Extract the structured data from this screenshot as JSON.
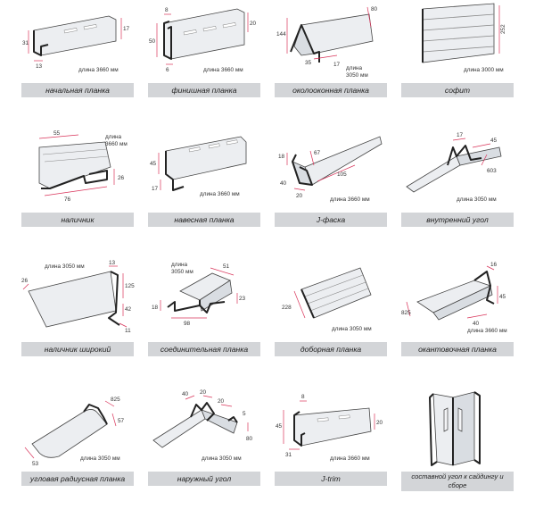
{
  "items": [
    {
      "caption": "начальная планка",
      "dims": [
        "31",
        "17",
        "13",
        "длина 3660 мм"
      ]
    },
    {
      "caption": "финишная планка",
      "dims": [
        "8",
        "50",
        "20",
        "6",
        "длина 3660 мм"
      ]
    },
    {
      "caption": "околооконная планка",
      "dims": [
        "80",
        "144",
        "35",
        "17",
        "длина",
        "3050 мм"
      ]
    },
    {
      "caption": "софит",
      "dims": [
        "252",
        "длина 3000 мм"
      ]
    },
    {
      "caption": "наличник",
      "dims": [
        "55",
        "длина",
        "3660 мм",
        "26",
        "76"
      ]
    },
    {
      "caption": "навесная планка",
      "dims": [
        "45",
        "17",
        "длина 3660 мм"
      ]
    },
    {
      "caption": "J-фаска",
      "dims": [
        "18",
        "67",
        "40",
        "20",
        "105",
        "длина 3660 мм"
      ]
    },
    {
      "caption": "внутренний угол",
      "dims": [
        "17",
        "45",
        "603",
        "длина 3050 мм"
      ]
    },
    {
      "caption": "наличник широкий",
      "dims": [
        "длина 3050 мм",
        "13",
        "26",
        "125",
        "42",
        "11"
      ]
    },
    {
      "caption": "соединительная планка",
      "dims": [
        "длина",
        "3050 мм",
        "51",
        "23",
        "18",
        "98"
      ]
    },
    {
      "caption": "доборная планка",
      "dims": [
        "228",
        "длина 3050 мм"
      ]
    },
    {
      "caption": "окантовочная планка",
      "dims": [
        "16",
        "825",
        "45",
        "40",
        "длина 3660 мм"
      ]
    },
    {
      "caption": "угловая радиусная планка",
      "dims": [
        "825",
        "57",
        "53",
        "длина 3050 мм"
      ]
    },
    {
      "caption": "наружный угол",
      "dims": [
        "40",
        "20",
        "20",
        "5",
        "80",
        "длина 3050 мм"
      ]
    },
    {
      "caption": "J-trim",
      "dims": [
        "8",
        "45",
        "20",
        "31",
        "длина 3660 мм"
      ]
    },
    {
      "caption": "составной угол к сайдингу и сборе",
      "dims": []
    }
  ]
}
